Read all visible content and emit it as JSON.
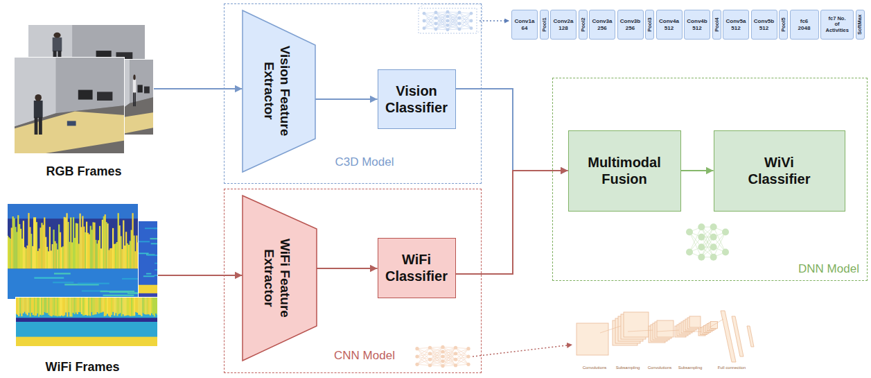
{
  "diagram": {
    "nodes": [
      {
        "text": [
          "RGB Frames"
        ]
      },
      {
        "text": [
          "C3D Model"
        ]
      },
      {
        "text": [
          "Vision Feature Extractor"
        ],
        "in": 1
      },
      {
        "text": [
          "Vision Classifier"
        ],
        "in": 1
      },
      {
        "text": [
          "Conv1a 64"
        ]
      },
      {
        "text": [
          "Pool1"
        ]
      },
      {
        "text": [
          "Conv2a 128"
        ]
      },
      {
        "text": [
          "Pool2"
        ]
      },
      {
        "text": [
          "Conv3a 256"
        ]
      },
      {
        "text": [
          "Conv3b 256"
        ]
      },
      {
        "text": [
          "Pool3"
        ]
      },
      {
        "text": [
          "Conv4a 512"
        ]
      },
      {
        "text": [
          "Conv4b 512"
        ]
      },
      {
        "text": [
          "Pool4"
        ]
      },
      {
        "text": [
          "Conv5a 512"
        ]
      },
      {
        "text": [
          "Conv5b 512"
        ]
      },
      {
        "text": [
          "Pool5"
        ]
      },
      {
        "text": [
          "fc6 2048"
        ]
      },
      {
        "text": [
          "fc7 No. of Activities"
        ]
      },
      {
        "text": [
          "SoftMax"
        ]
      },
      {
        "text": [
          "DNN Model"
        ]
      },
      {
        "text": [
          "Multimodal Fusion"
        ],
        "in": 20
      },
      {
        "text": [
          "WiVi Classifier"
        ],
        "in": 20
      },
      {
        "text": [
          "WiFi Frames"
        ]
      },
      {
        "text": [
          "CNN Model"
        ]
      },
      {
        "text": [
          "WiFi Feature Extractor"
        ],
        "in": 24
      },
      {
        "text": [
          "WiFi Classifier"
        ],
        "in": 24
      }
    ],
    "edges": [
      {
        "from": 0,
        "to": 2,
        "arrow": "to"
      },
      {
        "from": 2,
        "to": 3,
        "arrow": "to"
      },
      {
        "from": 3,
        "to": 21,
        "arrow": "to"
      },
      {
        "from": 21,
        "to": 22,
        "arrow": "to"
      },
      {
        "from": 23,
        "to": 25,
        "arrow": "to"
      },
      {
        "from": 25,
        "to": 26,
        "arrow": "to"
      },
      {
        "from": 26,
        "to": 21,
        "arrow": "to"
      }
    ],
    "labels": [
      "Convolutions",
      "Subsampling",
      "Convolutions",
      "Subsampling",
      "Full connection"
    ]
  }
}
